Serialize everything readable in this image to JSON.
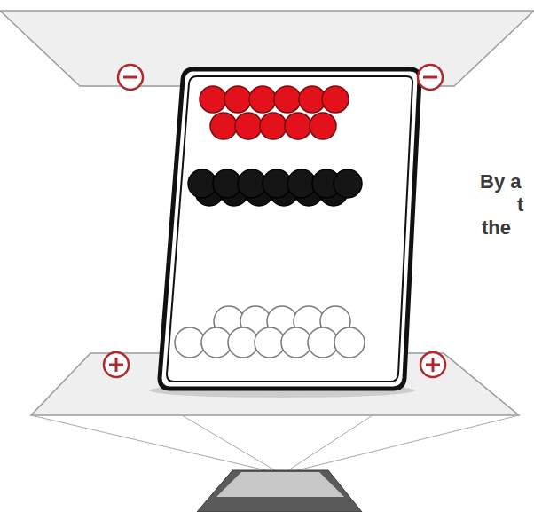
{
  "diagram": {
    "labels": [
      "By a",
      "t",
      "the"
    ]
  }
}
